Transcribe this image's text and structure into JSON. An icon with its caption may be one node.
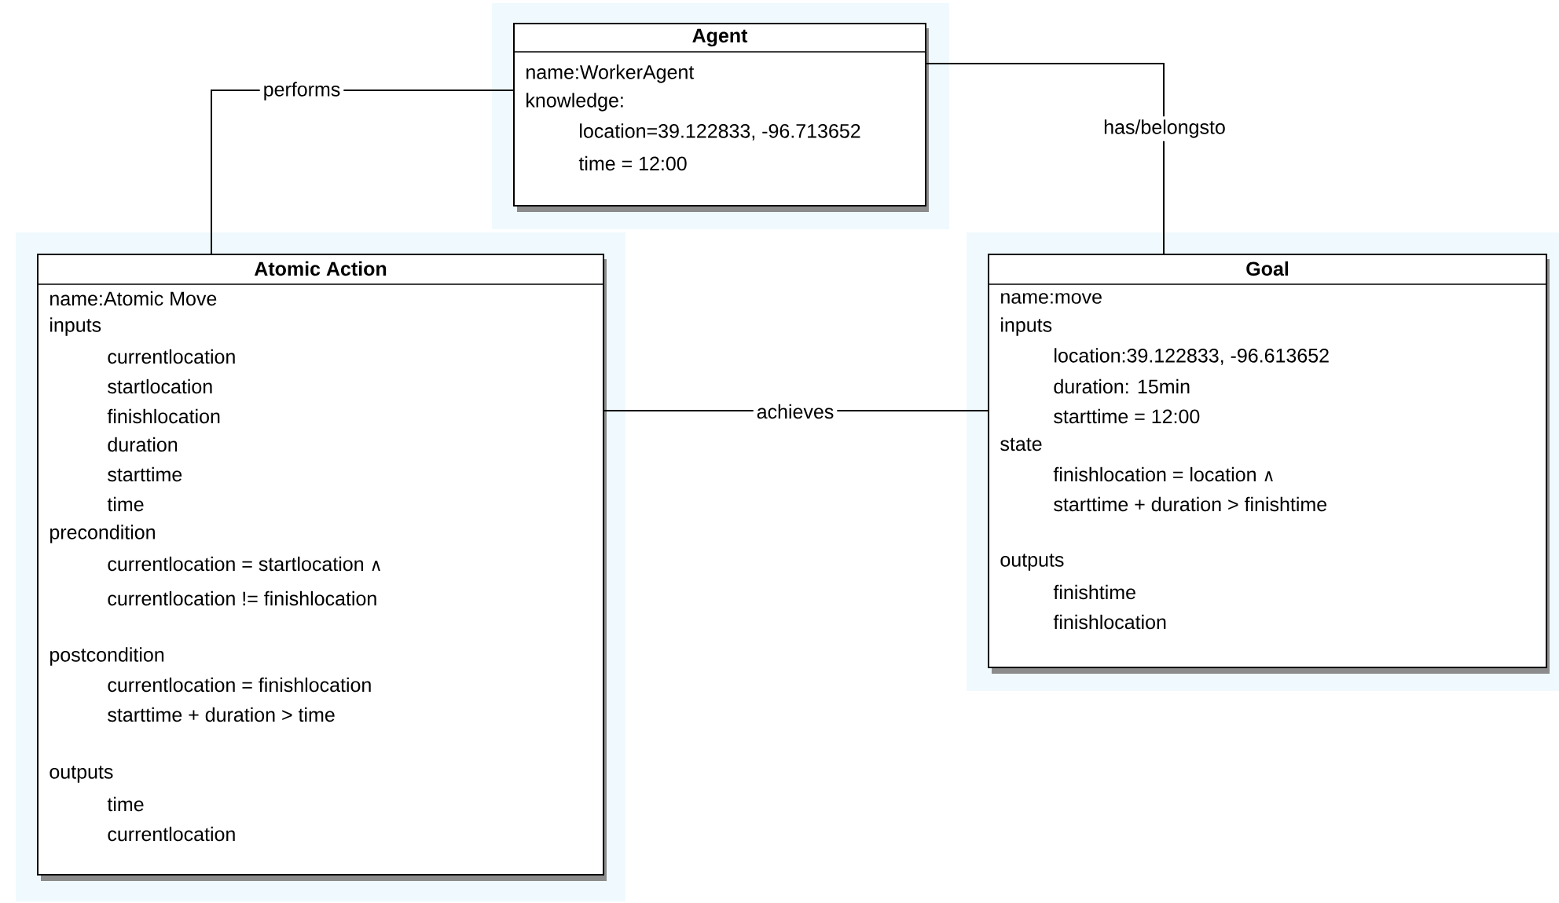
{
  "diagram": {
    "nodes": [
      {
        "text": [
          "Agent",
          "name:WorkerAgent",
          "knowledge:",
          "location=39.122833, -96.713652",
          "time = 12:00"
        ]
      },
      {
        "text": [
          "Atomic Action",
          "name:Atomic Move",
          "inputs",
          "currentlocation",
          "startlocation",
          "finishlocation",
          "duration",
          "starttime",
          "time",
          "precondition",
          "currentlocation = startlocation ∧",
          "currentlocation != finishlocation",
          "postcondition",
          "currentlocation = finishlocation",
          "starttime + duration > time",
          "outputs",
          "time",
          "currentlocation"
        ]
      },
      {
        "text": [
          "Goal",
          "name:move",
          "inputs",
          "location:39.122833, -96.613652",
          "duration: 15min",
          "starttime = 12:00",
          "state",
          "finishlocation = location ∧",
          "starttime + duration > finishtime",
          "outputs",
          "finishtime",
          "finishlocation"
        ]
      }
    ],
    "edges": [
      {
        "from": 0,
        "to": 1,
        "arrow": "none",
        "label": "performs"
      },
      {
        "from": 0,
        "to": 2,
        "arrow": "none",
        "label": "has/belongsto"
      },
      {
        "from": 1,
        "to": 2,
        "arrow": "none",
        "label": "achieves"
      }
    ]
  }
}
